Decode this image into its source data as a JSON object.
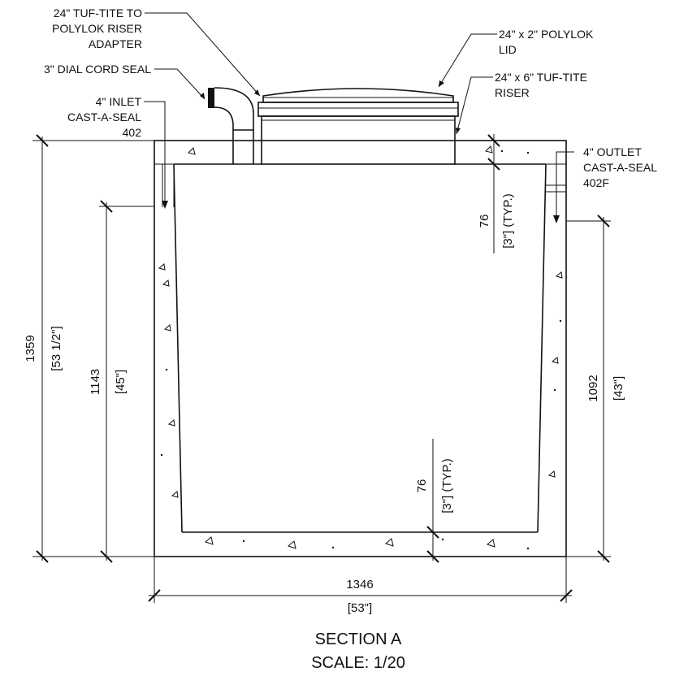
{
  "callouts": {
    "adapter": [
      "24\" TUF-TITE TO",
      "POLYLOK RISER",
      "ADAPTER"
    ],
    "lid": [
      "24\" x 2\" POLYLOK",
      "LID"
    ],
    "dial_seal": "3\" DIAL CORD SEAL",
    "riser": [
      "24\" x 6\" TUF-TITE",
      "RISER"
    ],
    "inlet": [
      "4\" INLET",
      "CAST-A-SEAL",
      "402"
    ],
    "outlet": [
      "4\" OUTLET",
      "CAST-A-SEAL",
      "402F"
    ]
  },
  "dimensions": {
    "overall_height": {
      "mm": "1359",
      "in": "[53 1/2\"]"
    },
    "inlet_height": {
      "mm": "1143",
      "in": "[45\"]"
    },
    "outlet_height": {
      "mm": "1092",
      "in": "[43\"]"
    },
    "wall_thickness": {
      "mm": "76",
      "in": "[3\"] (TYP.)"
    },
    "floor_thickness": {
      "mm": "76",
      "in": "[3\"] (TYP.)"
    },
    "overall_width": {
      "mm": "1346",
      "in": "[53\"]"
    }
  },
  "title": {
    "section": "SECTION A",
    "scale": "SCALE: 1/20"
  }
}
